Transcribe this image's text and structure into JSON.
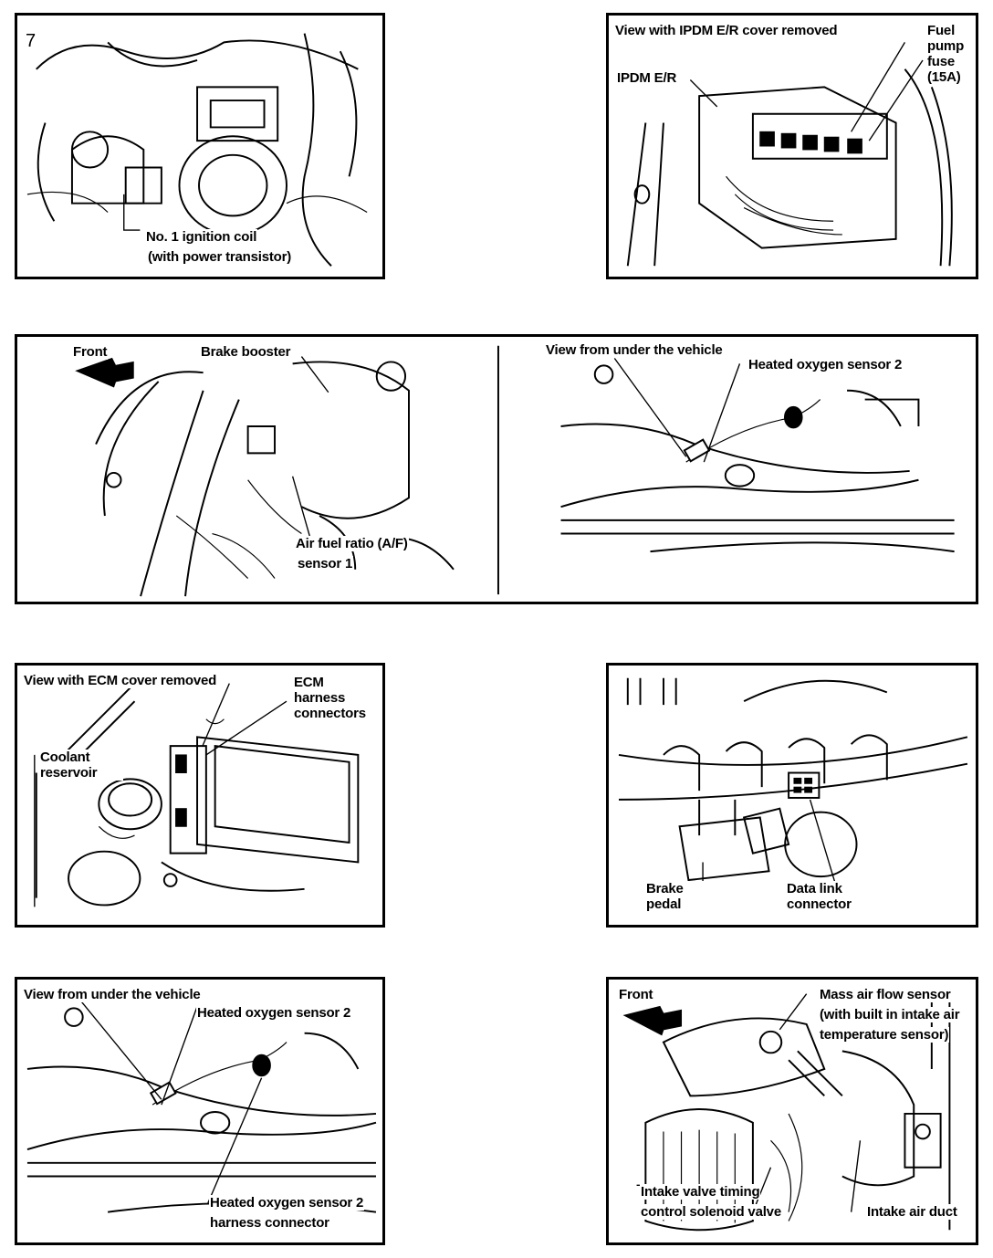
{
  "panels": {
    "p1": {
      "label_coil": "No. 1 ignition coil",
      "label_coil_sub": "(with power transistor)",
      "corner_mark": "7"
    },
    "p2": {
      "label_view": "View with IPDM E/R cover removed",
      "label_ipdm": "IPDM E/R",
      "label_fuse_lines": [
        "Fuel",
        "pump",
        "fuse",
        "(15A)"
      ]
    },
    "p3": {
      "label_front": "Front",
      "label_brake_booster": "Brake booster",
      "label_af_1": "Air fuel ratio (A/F)",
      "label_af_2": "sensor 1",
      "label_view_under": "View from under the vehicle",
      "label_ho2s2": "Heated oxygen sensor 2"
    },
    "p4": {
      "label_view_ecm": "View with ECM cover removed",
      "label_ecm_lines": [
        "ECM",
        "harness",
        "connectors"
      ],
      "label_coolant_lines": [
        "Coolant",
        "reservoir"
      ]
    },
    "p5": {
      "label_brake_lines": [
        "Brake",
        "pedal"
      ],
      "label_dlc_lines": [
        "Data link",
        "connector"
      ]
    },
    "p6": {
      "label_view_under": "View from under the vehicle",
      "label_ho2s2": "Heated oxygen sensor 2",
      "label_conn_1": "Heated oxygen sensor 2",
      "label_conn_2": "harness connector"
    },
    "p7": {
      "label_front": "Front",
      "label_maf_1": "Mass air flow sensor",
      "label_maf_2": "(with built in intake air",
      "label_maf_3": "temperature sensor)",
      "label_ivt_1": "Intake valve timing",
      "label_ivt_2": "control solenoid valve",
      "label_duct": "Intake air duct"
    }
  }
}
